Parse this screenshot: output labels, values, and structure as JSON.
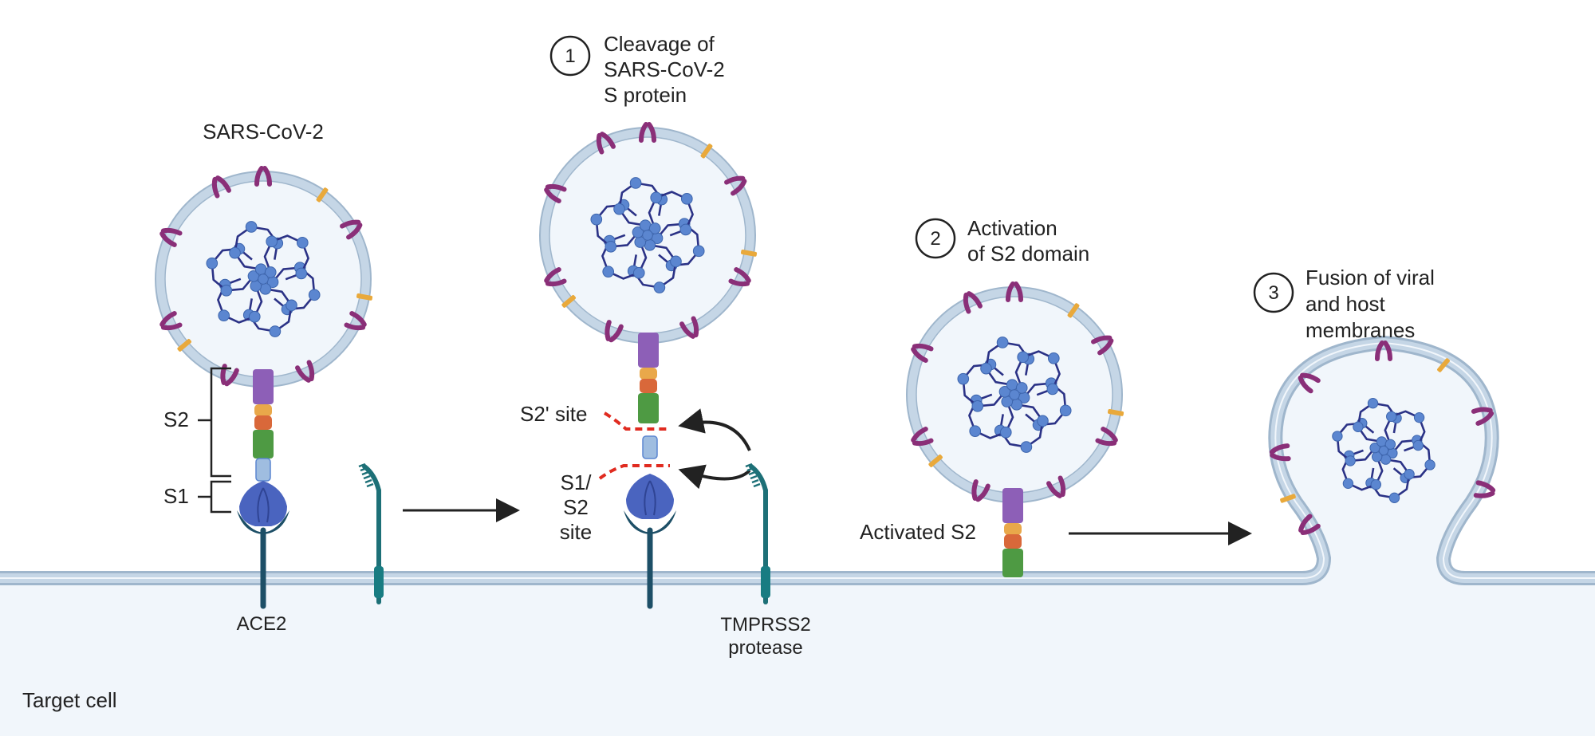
{
  "colors": {
    "membrane_fill": "#c5d6e6",
    "membrane_edge": "#9fb6cc",
    "virus_inner": "#f1f6fb",
    "cell_fill": "#f1f6fb",
    "rna": "#2b3286",
    "nucleoprotein": "#5b86d0",
    "spike_purple": "#8d5fb7",
    "spike_yellow": "#e9a84a",
    "spike_orange": "#d9683a",
    "spike_green": "#4e9a43",
    "s1_blue": "#4a64bf",
    "ace2_dark": "#1d4f67",
    "tmprss2_teal": "#1d7077",
    "m_protein": "#8a2f78",
    "e_protein": "#e9a93b",
    "cleavage_red": "#e02b20",
    "arrow": "#222222"
  },
  "labels": {
    "virus": "SARS-CoV-2",
    "s2": "S2",
    "s1": "S1",
    "ace2": "ACE2",
    "tmprss2_line1": "TMPRSS2",
    "tmprss2_line2": "protease",
    "s2prime_site": "S2' site",
    "s1s2_line1": "S1/",
    "s1s2_line2": "S2",
    "s1s2_line3": "site",
    "activated_s2": "Activated S2",
    "target_cell": "Target cell"
  },
  "steps": [
    {
      "number": "1",
      "lines": [
        "Cleavage of",
        "SARS-CoV-2",
        "S protein"
      ]
    },
    {
      "number": "2",
      "lines": [
        "Activation",
        "of S2 domain"
      ]
    },
    {
      "number": "3",
      "lines": [
        "Fusion of viral",
        "and host",
        "membranes"
      ]
    }
  ]
}
